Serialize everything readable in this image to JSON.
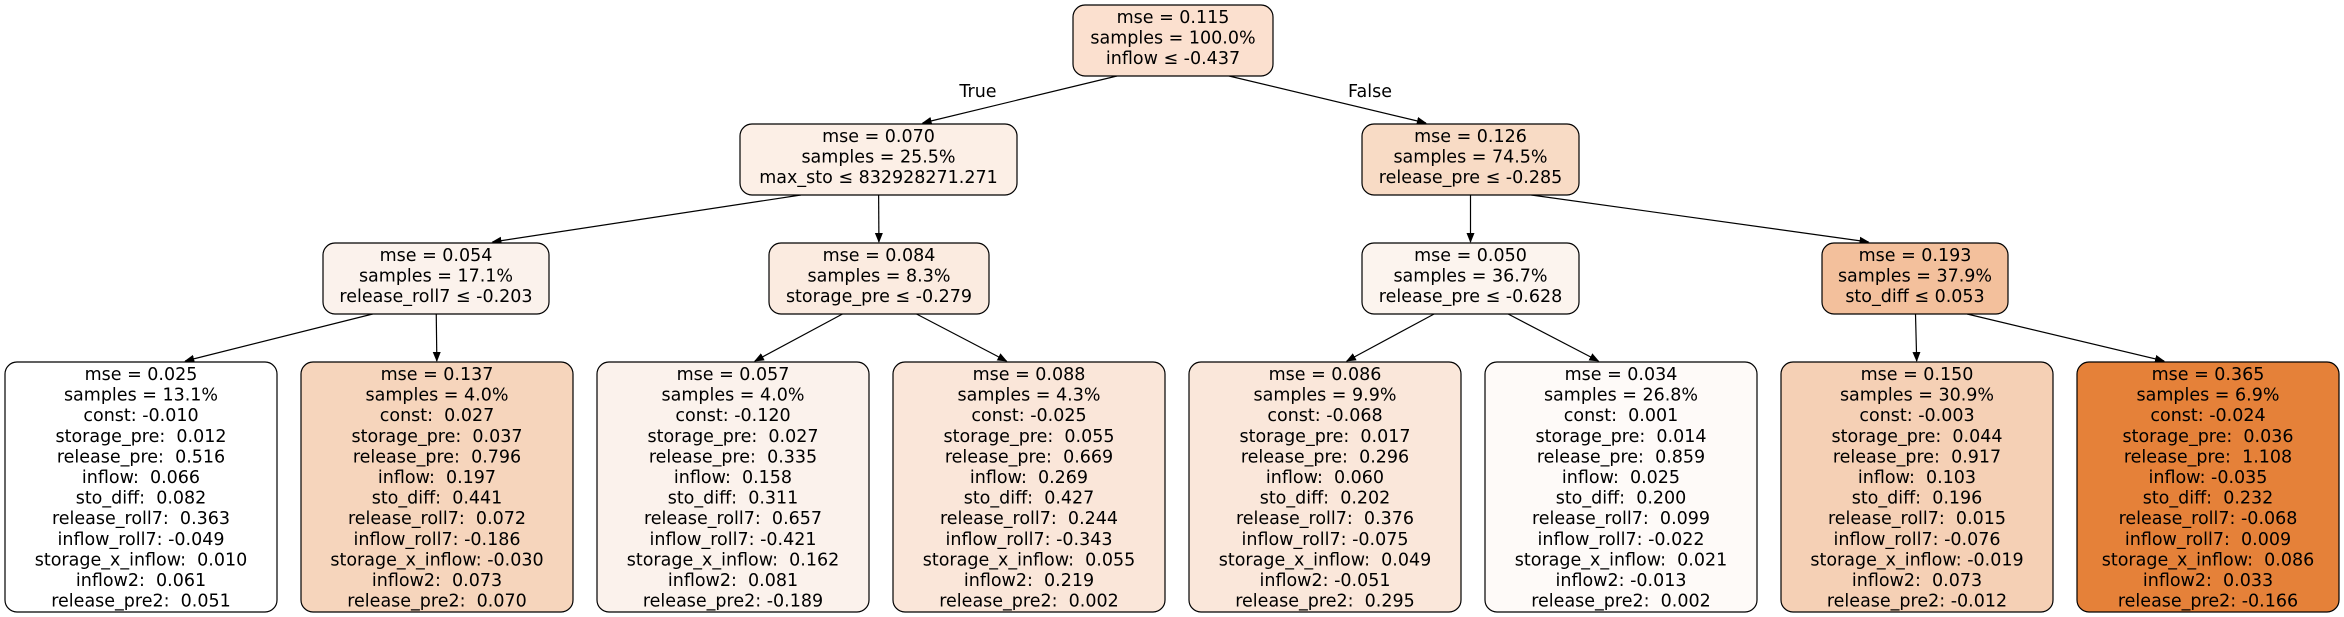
{
  "edge_labels": {
    "true_label": "True",
    "false_label": "False"
  },
  "nodes": [
    {
      "id": "n0",
      "fill": "#fbe0cf",
      "lines": [
        "mse = 0.115",
        "samples = 100.0%",
        "inflow ≤ -0.437"
      ]
    },
    {
      "id": "n1",
      "fill": "#fcefe6",
      "lines": [
        "mse = 0.070",
        "samples = 25.5%",
        "max_sto ≤ 832928271.271"
      ]
    },
    {
      "id": "n2",
      "fill": "#fbf2ec",
      "lines": [
        "mse = 0.054",
        "samples = 17.1%",
        "release_roll7 ≤ -0.203"
      ]
    },
    {
      "id": "n3",
      "fill": "#ffffff",
      "lines": [
        "mse = 0.025",
        "samples = 13.1%",
        "const: -0.010",
        "storage_pre:  0.012",
        "release_pre:  0.516",
        "inflow:  0.066",
        "sto_diff:  0.082",
        "release_roll7:  0.363",
        "inflow_roll7: -0.049",
        "storage_x_inflow:  0.010",
        "inflow2:  0.061",
        "release_pre2:  0.051"
      ]
    },
    {
      "id": "n4",
      "fill": "#f6d5bc",
      "lines": [
        "mse = 0.137",
        "samples = 4.0%",
        "const:  0.027",
        "storage_pre:  0.037",
        "release_pre:  0.796",
        "inflow:  0.197",
        "sto_diff:  0.441",
        "release_roll7:  0.072",
        "inflow_roll7: -0.186",
        "storage_x_inflow: -0.030",
        "inflow2:  0.073",
        "release_pre2:  0.070"
      ]
    },
    {
      "id": "n5",
      "fill": "#fbebe0",
      "lines": [
        "mse = 0.084",
        "samples = 8.3%",
        "storage_pre ≤ -0.279"
      ]
    },
    {
      "id": "n6",
      "fill": "#fbf2ec",
      "lines": [
        "mse = 0.057",
        "samples = 4.0%",
        "const: -0.120",
        "storage_pre:  0.027",
        "release_pre:  0.335",
        "inflow:  0.158",
        "sto_diff:  0.311",
        "release_roll7:  0.657",
        "inflow_roll7: -0.421",
        "storage_x_inflow:  0.162",
        "inflow2:  0.081",
        "release_pre2: -0.189"
      ]
    },
    {
      "id": "n7",
      "fill": "#fae6d9",
      "lines": [
        "mse = 0.088",
        "samples = 4.3%",
        "const: -0.025",
        "storage_pre:  0.055",
        "release_pre:  0.669",
        "inflow:  0.269",
        "sto_diff:  0.427",
        "release_roll7:  0.244",
        "inflow_roll7: -0.343",
        "storage_x_inflow:  0.055",
        "inflow2:  0.219",
        "release_pre2:  0.002"
      ]
    },
    {
      "id": "n8",
      "fill": "#f8dbc5",
      "lines": [
        "mse = 0.126",
        "samples = 74.5%",
        "release_pre ≤ -0.285"
      ]
    },
    {
      "id": "n9",
      "fill": "#fcf4ee",
      "lines": [
        "mse = 0.050",
        "samples = 36.7%",
        "release_pre ≤ -0.628"
      ]
    },
    {
      "id": "n10",
      "fill": "#fae7da",
      "lines": [
        "mse = 0.086",
        "samples = 9.9%",
        "const: -0.068",
        "storage_pre:  0.017",
        "release_pre:  0.296",
        "inflow:  0.060",
        "sto_diff:  0.202",
        "release_roll7:  0.376",
        "inflow_roll7: -0.075",
        "storage_x_inflow:  0.049",
        "inflow2: -0.051",
        "release_pre2:  0.295"
      ]
    },
    {
      "id": "n11",
      "fill": "#fefaf8",
      "lines": [
        "mse = 0.034",
        "samples = 26.8%",
        "const:  0.001",
        "storage_pre:  0.014",
        "release_pre:  0.859",
        "inflow:  0.025",
        "sto_diff:  0.200",
        "release_roll7:  0.099",
        "inflow_roll7: -0.022",
        "storage_x_inflow:  0.021",
        "inflow2: -0.013",
        "release_pre2:  0.002"
      ]
    },
    {
      "id": "n12",
      "fill": "#f3c09c",
      "lines": [
        "mse = 0.193",
        "samples = 37.9%",
        "sto_diff ≤ 0.053"
      ]
    },
    {
      "id": "n13",
      "fill": "#f5d0b5",
      "lines": [
        "mse = 0.150",
        "samples = 30.9%",
        "const: -0.003",
        "storage_pre:  0.044",
        "release_pre:  0.917",
        "inflow:  0.103",
        "sto_diff:  0.196",
        "release_roll7:  0.015",
        "inflow_roll7: -0.076",
        "storage_x_inflow: -0.019",
        "inflow2:  0.073",
        "release_pre2: -0.012"
      ]
    },
    {
      "id": "n14",
      "fill": "#e58139",
      "lines": [
        "mse = 0.365",
        "samples = 6.9%",
        "const: -0.024",
        "storage_pre:  0.036",
        "release_pre:  1.108",
        "inflow: -0.035",
        "sto_diff:  0.232",
        "release_roll7: -0.068",
        "inflow_roll7:  0.009",
        "storage_x_inflow:  0.086",
        "inflow2:  0.033",
        "release_pre2: -0.166"
      ]
    }
  ],
  "edges": [
    {
      "from": "n0",
      "to": "n1",
      "label": "true_label"
    },
    {
      "from": "n0",
      "to": "n8",
      "label": "false_label"
    },
    {
      "from": "n1",
      "to": "n2"
    },
    {
      "from": "n1",
      "to": "n5"
    },
    {
      "from": "n2",
      "to": "n3"
    },
    {
      "from": "n2",
      "to": "n4"
    },
    {
      "from": "n5",
      "to": "n6"
    },
    {
      "from": "n5",
      "to": "n7"
    },
    {
      "from": "n8",
      "to": "n9"
    },
    {
      "from": "n8",
      "to": "n12"
    },
    {
      "from": "n9",
      "to": "n10"
    },
    {
      "from": "n9",
      "to": "n11"
    },
    {
      "from": "n12",
      "to": "n13"
    },
    {
      "from": "n12",
      "to": "n14"
    }
  ]
}
